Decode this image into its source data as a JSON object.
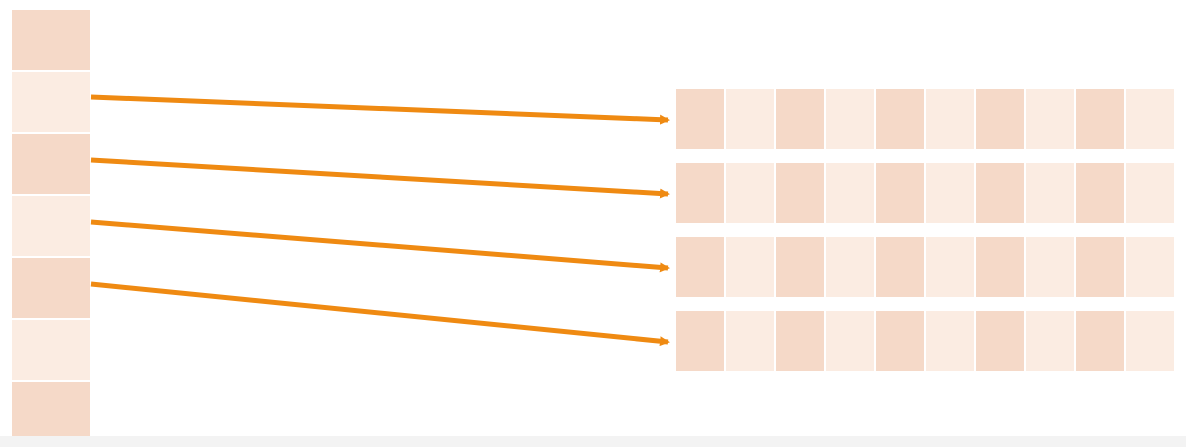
{
  "diagram": {
    "source_column": {
      "cells": [
        "dark",
        "light",
        "dark",
        "light",
        "dark",
        "light",
        "dark"
      ]
    },
    "target_rows": [
      {
        "cells": [
          "dark",
          "light",
          "dark",
          "light",
          "dark",
          "light",
          "dark",
          "light",
          "dark",
          "light"
        ]
      },
      {
        "cells": [
          "dark",
          "light",
          "dark",
          "light",
          "dark",
          "light",
          "dark",
          "light",
          "dark",
          "light"
        ]
      },
      {
        "cells": [
          "dark",
          "light",
          "dark",
          "light",
          "dark",
          "light",
          "dark",
          "light",
          "dark",
          "light"
        ]
      },
      {
        "cells": [
          "dark",
          "light",
          "dark",
          "light",
          "dark",
          "light",
          "dark",
          "light",
          "dark",
          "light"
        ]
      }
    ],
    "mappings": [
      {
        "from_cell": 1,
        "to_row": 0
      },
      {
        "from_cell": 2,
        "to_row": 1
      },
      {
        "from_cell": 3,
        "to_row": 2
      },
      {
        "from_cell": 4,
        "to_row": 3
      }
    ],
    "colors": {
      "dark_cell": "#f5d9c8",
      "light_cell": "#fbece2",
      "arrow": "#ef8a12",
      "background": "#ffffff"
    }
  }
}
